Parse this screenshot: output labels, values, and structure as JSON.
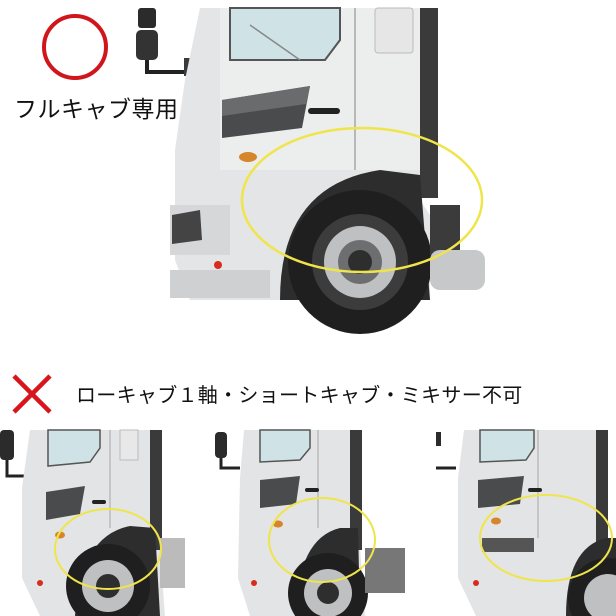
{
  "compatible": {
    "mark": "circle-ok",
    "mark_color": "#d0161b",
    "label": "フルキャブ専用"
  },
  "incompatible": {
    "mark": "cross-ng",
    "mark_color": "#d9151b",
    "label": "ローキャブ１軸・ショートキャブ・ミキサー不可"
  },
  "highlight_color": "#efe54a",
  "photos": [
    {
      "name": "full-cab",
      "caption": ""
    },
    {
      "name": "low-cab-single-axle",
      "caption": ""
    },
    {
      "name": "short-cab",
      "caption": ""
    },
    {
      "name": "mixer",
      "caption": ""
    }
  ]
}
